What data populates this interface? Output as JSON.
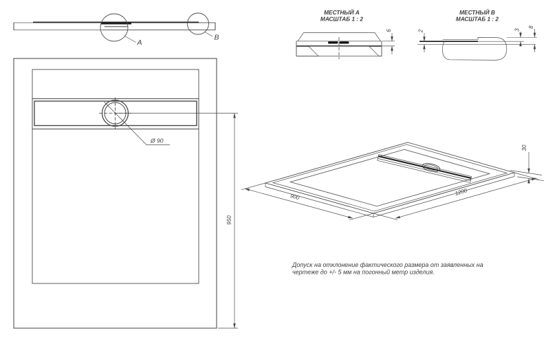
{
  "drawing": {
    "section_view": {
      "detail_label_a": "A",
      "detail_label_b": "B"
    },
    "front_view": {
      "drain_diameter_label": "Ø 90",
      "height_dim": "950"
    },
    "detail_a": {
      "title_line1": "МЕСТНЫЙ А",
      "title_line2": "МАСШТАБ 1 : 2",
      "thickness_dim": "6"
    },
    "detail_b": {
      "title_line1": "МЕСТНЫЙ В",
      "title_line2": "МАСШТАБ 1 : 2",
      "plate_dim": "2",
      "step_dim": "3",
      "edge_dim": "8"
    },
    "isometric_view": {
      "width_dim": "900",
      "length_dim": "1200",
      "height_dim": "30"
    },
    "note": {
      "line1": "Допуск на отклонение фактического размера от заявленных на",
      "line2": "чертеже до +/- 5 мм на погонный метр изделия."
    },
    "colors": {
      "line": "#4a4a4a",
      "dark": "#1c1c1c",
      "band_gray": "#8f8f8f",
      "background": "#ffffff"
    }
  }
}
